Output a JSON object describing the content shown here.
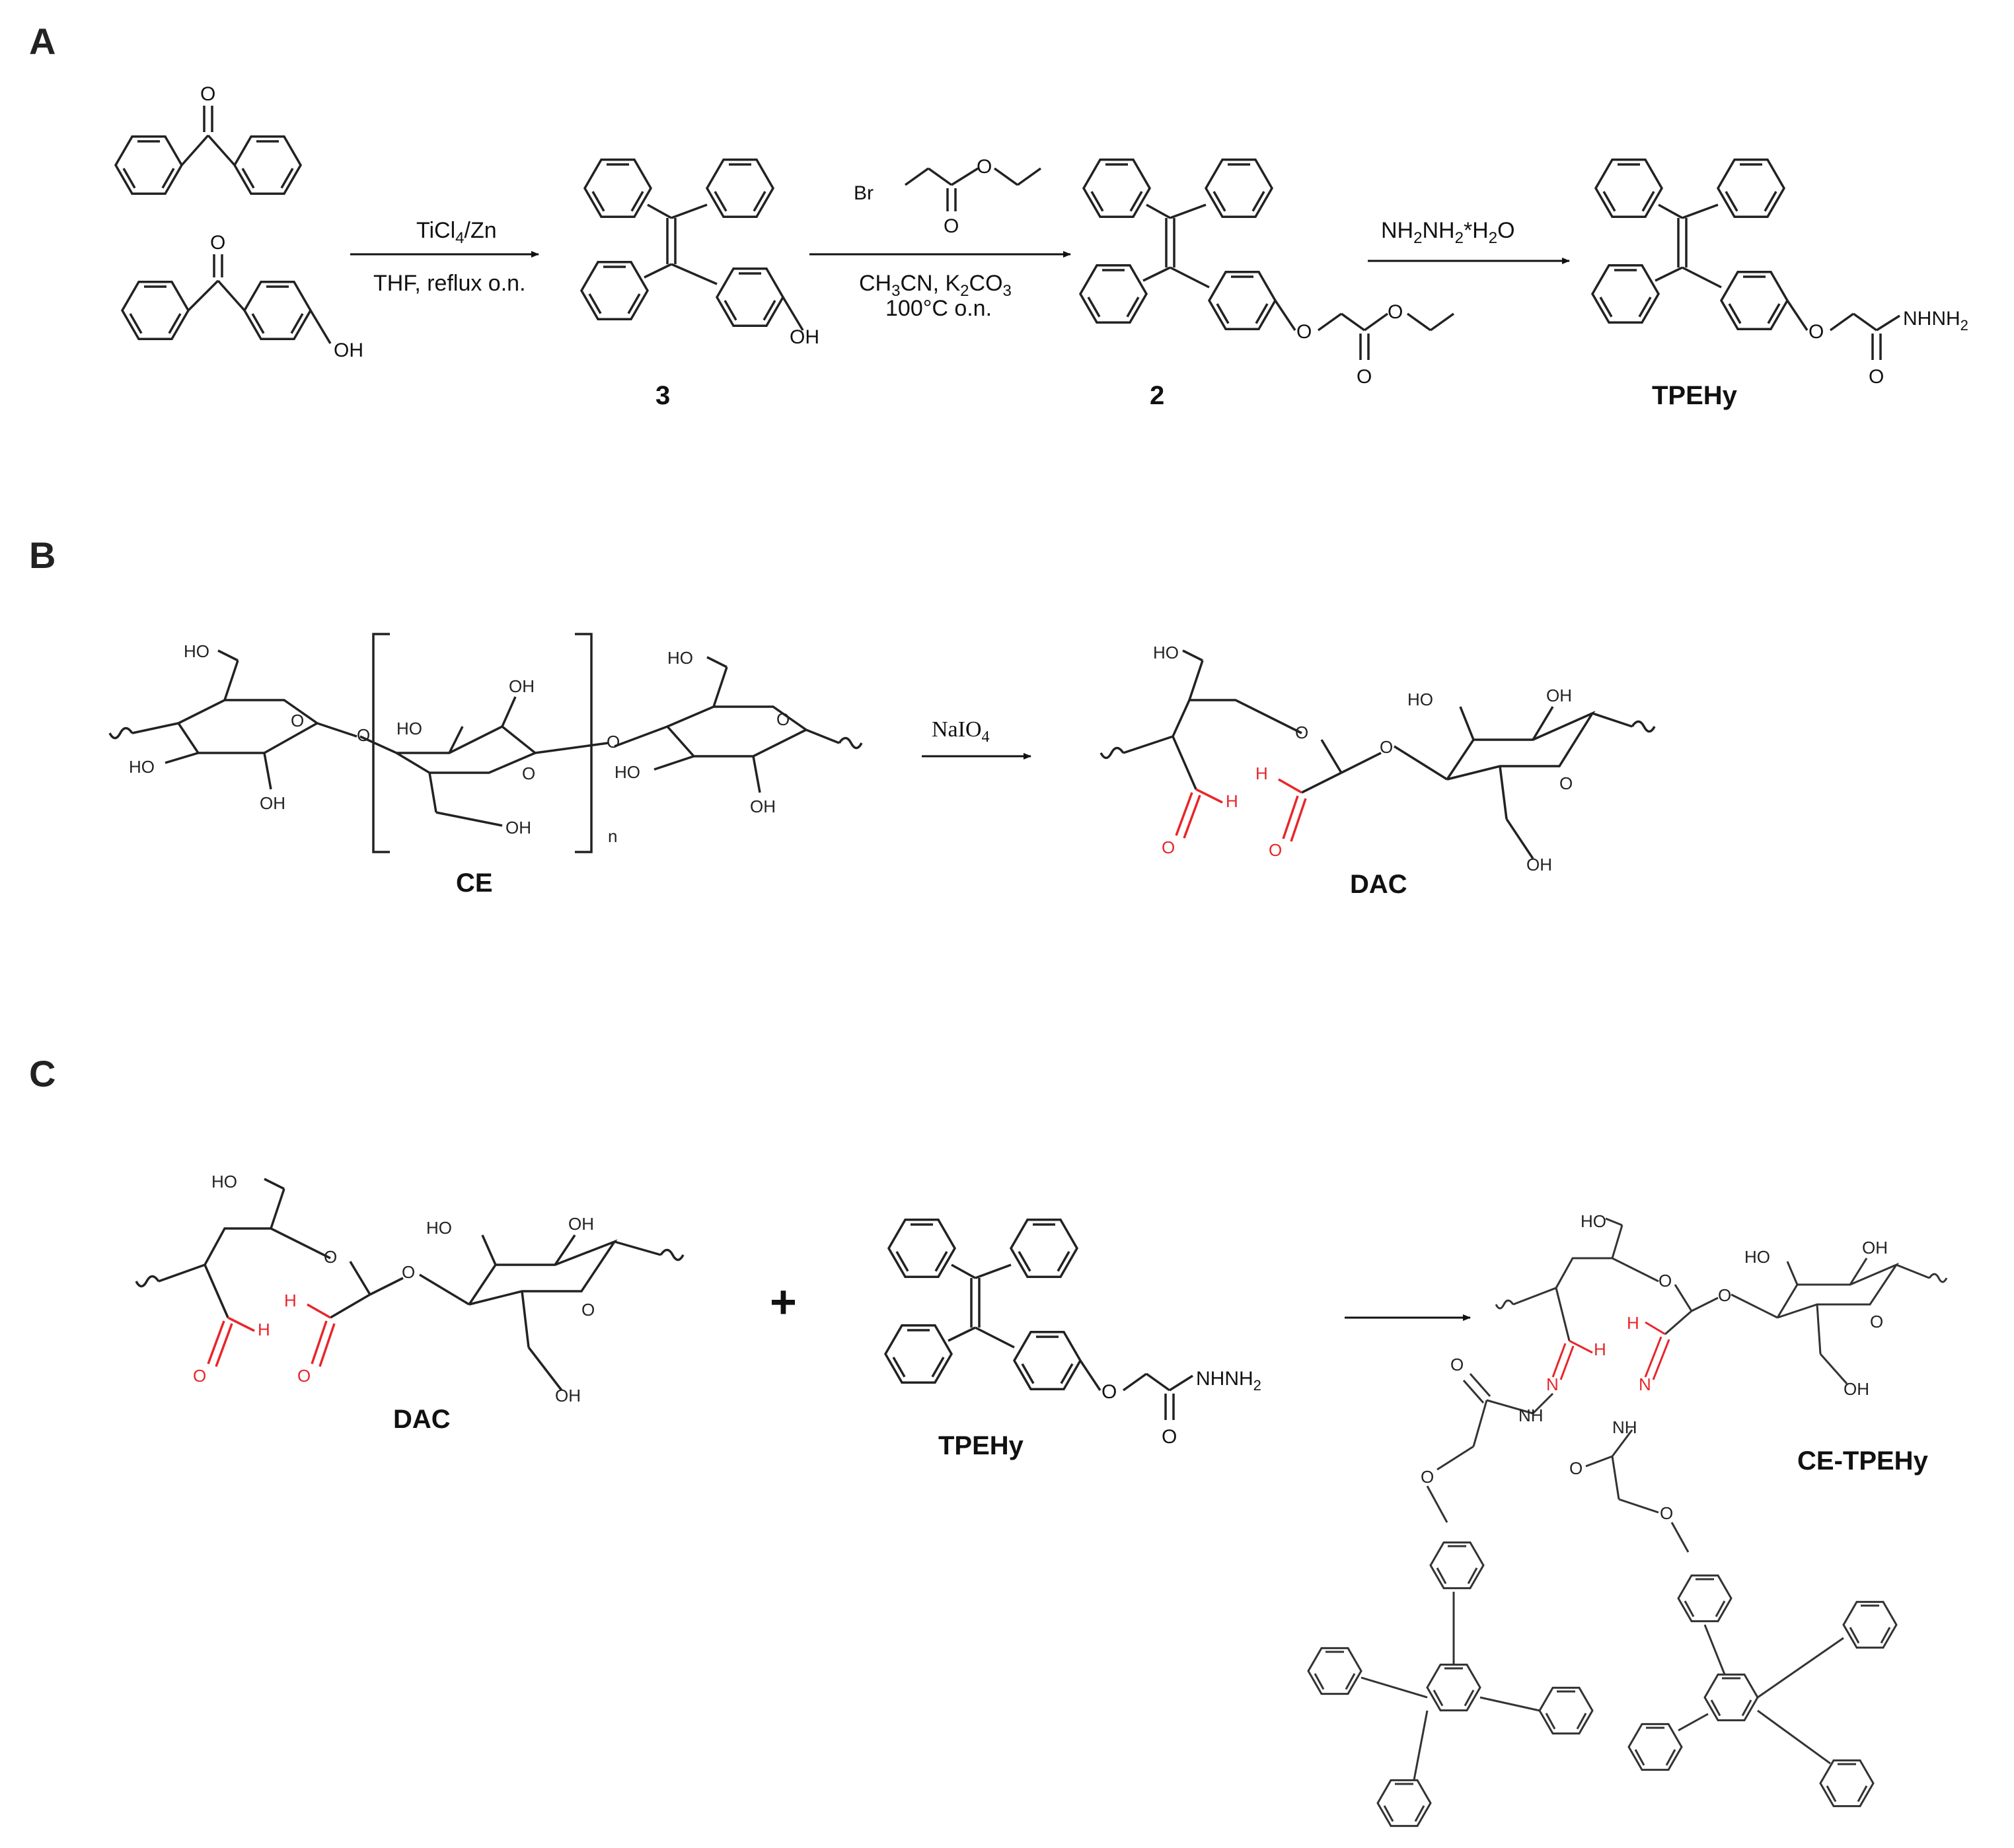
{
  "panels": {
    "a": "A",
    "b": "B",
    "c": "C"
  },
  "panel_a": {
    "step1": {
      "top": "TiCl",
      "top_sub": "4",
      "top_suffix": "/Zn",
      "bottom": "THF, reflux o.n."
    },
    "step2": {
      "reagent_atom": "Br",
      "line1_a": "CH",
      "line1_b": "3",
      "line1_c": "CN, K",
      "line1_d": "2",
      "line1_e": "CO",
      "line1_f": "3",
      "line2": "100°C o.n."
    },
    "step3": {
      "a": "NH",
      "b": "2",
      "c": "NH",
      "d": "2",
      "e": "*H",
      "f": "2",
      "g": "O"
    },
    "compounds": {
      "c3": "3",
      "c2": "2",
      "tpehy": "TPEHy"
    },
    "atoms": {
      "O": "O",
      "OH": "OH",
      "hydrazide_a": "NHNH",
      "hydrazide_b": "2"
    }
  },
  "panel_b": {
    "reagent_a": "NaIO",
    "reagent_b": "4",
    "repeat": "n",
    "compounds": {
      "ce": "CE",
      "dac": "DAC"
    },
    "atoms": {
      "HO": "HO",
      "OH": "OH",
      "O": "O",
      "H": "H"
    }
  },
  "panel_c": {
    "plus": "+",
    "compounds": {
      "dac": "DAC",
      "tpehy": "TPEHy",
      "product": "CE-TPEHy"
    },
    "atoms": {
      "N": "N",
      "NH": "NH",
      "O": "O",
      "H": "H",
      "HO": "HO",
      "OH": "OH"
    }
  },
  "colors": {
    "ink": "#222222",
    "aldehyde": "#e8262a"
  }
}
